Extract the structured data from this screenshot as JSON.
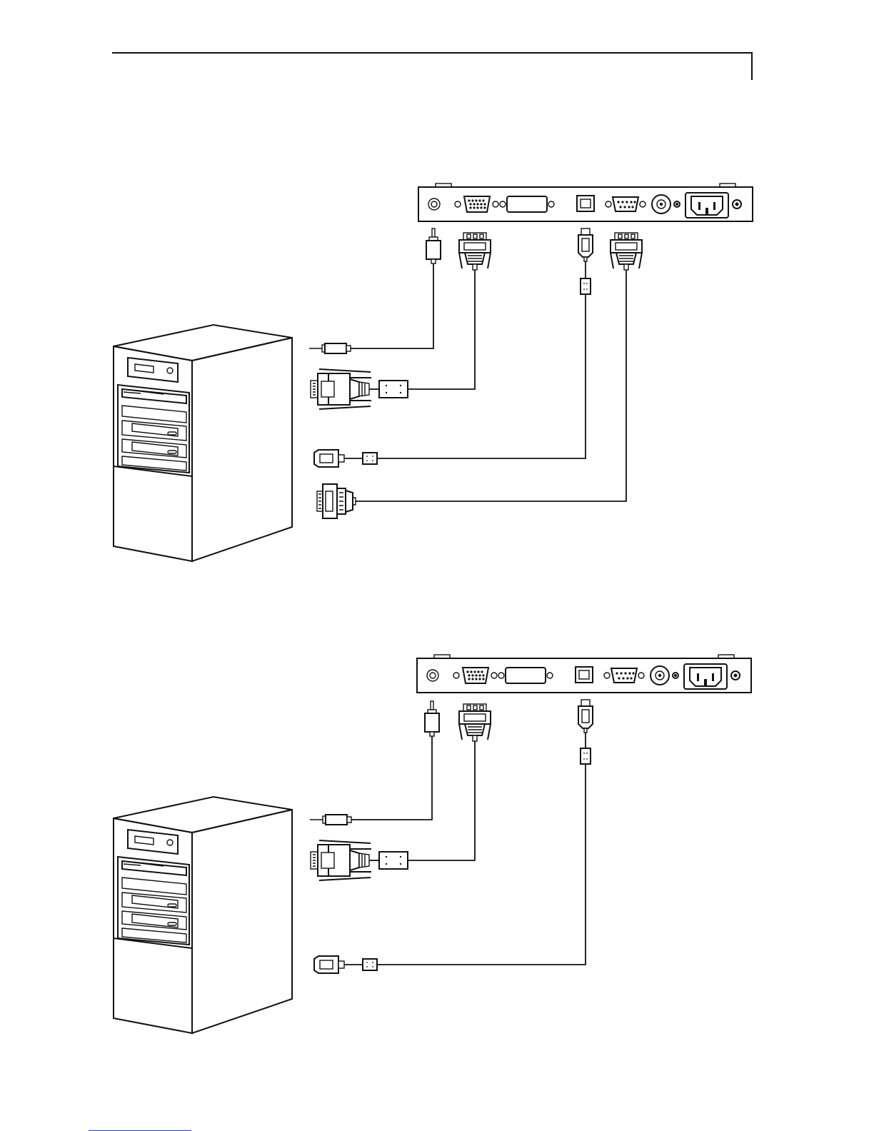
{
  "page": {
    "footer_rule_color": "#1a3cc8"
  },
  "diagrams": [
    {
      "id": "top",
      "panel_ports": [
        "audio-jack",
        "vga-port",
        "dvi-port",
        "usb-b-port",
        "serial-port",
        "video-jack",
        "power-socket",
        "power-switch"
      ],
      "cables": [
        "audio-cable",
        "vga-cable",
        "usb-cable",
        "serial-cable"
      ]
    },
    {
      "id": "bottom",
      "panel_ports": [
        "audio-jack",
        "vga-port",
        "dvi-port",
        "usb-b-port",
        "serial-port",
        "video-jack",
        "power-socket",
        "power-switch"
      ],
      "cables": [
        "audio-cable",
        "vga-cable",
        "usb-cable"
      ]
    }
  ]
}
